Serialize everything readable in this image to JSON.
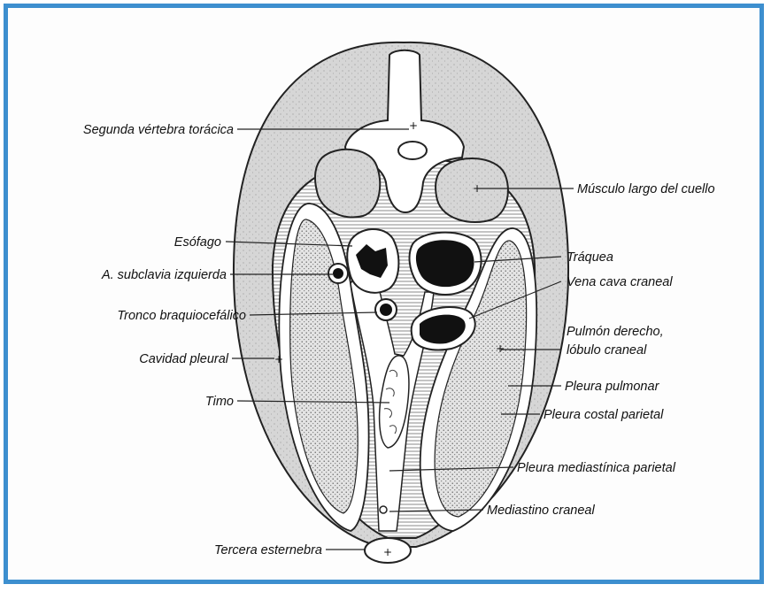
{
  "figure": {
    "border_color": "#3d8fcf",
    "labels": {
      "segunda_vertebra": "Segunda vértebra torácica",
      "musculo_largo": "Músculo largo del cuello",
      "esofago": "Esófago",
      "traquea": "Tráquea",
      "subclavia": "A. subclavia izquierda",
      "vena_cava": "Vena cava craneal",
      "tronco": "Tronco braquiocefálico",
      "pulmon_derecho_1": "Pulmón derecho,",
      "pulmon_derecho_2": "lóbulo craneal",
      "cavidad_pleural": "Cavidad pleural",
      "pleura_pulmonar": "Pleura pulmonar",
      "timo": "Timo",
      "pleura_costal": "Pleura costal parietal",
      "pleura_mediastinica": "Pleura mediastínica parietal",
      "mediastino": "Mediastino craneal",
      "tercera_esternebra": "Tercera esternebra"
    }
  }
}
